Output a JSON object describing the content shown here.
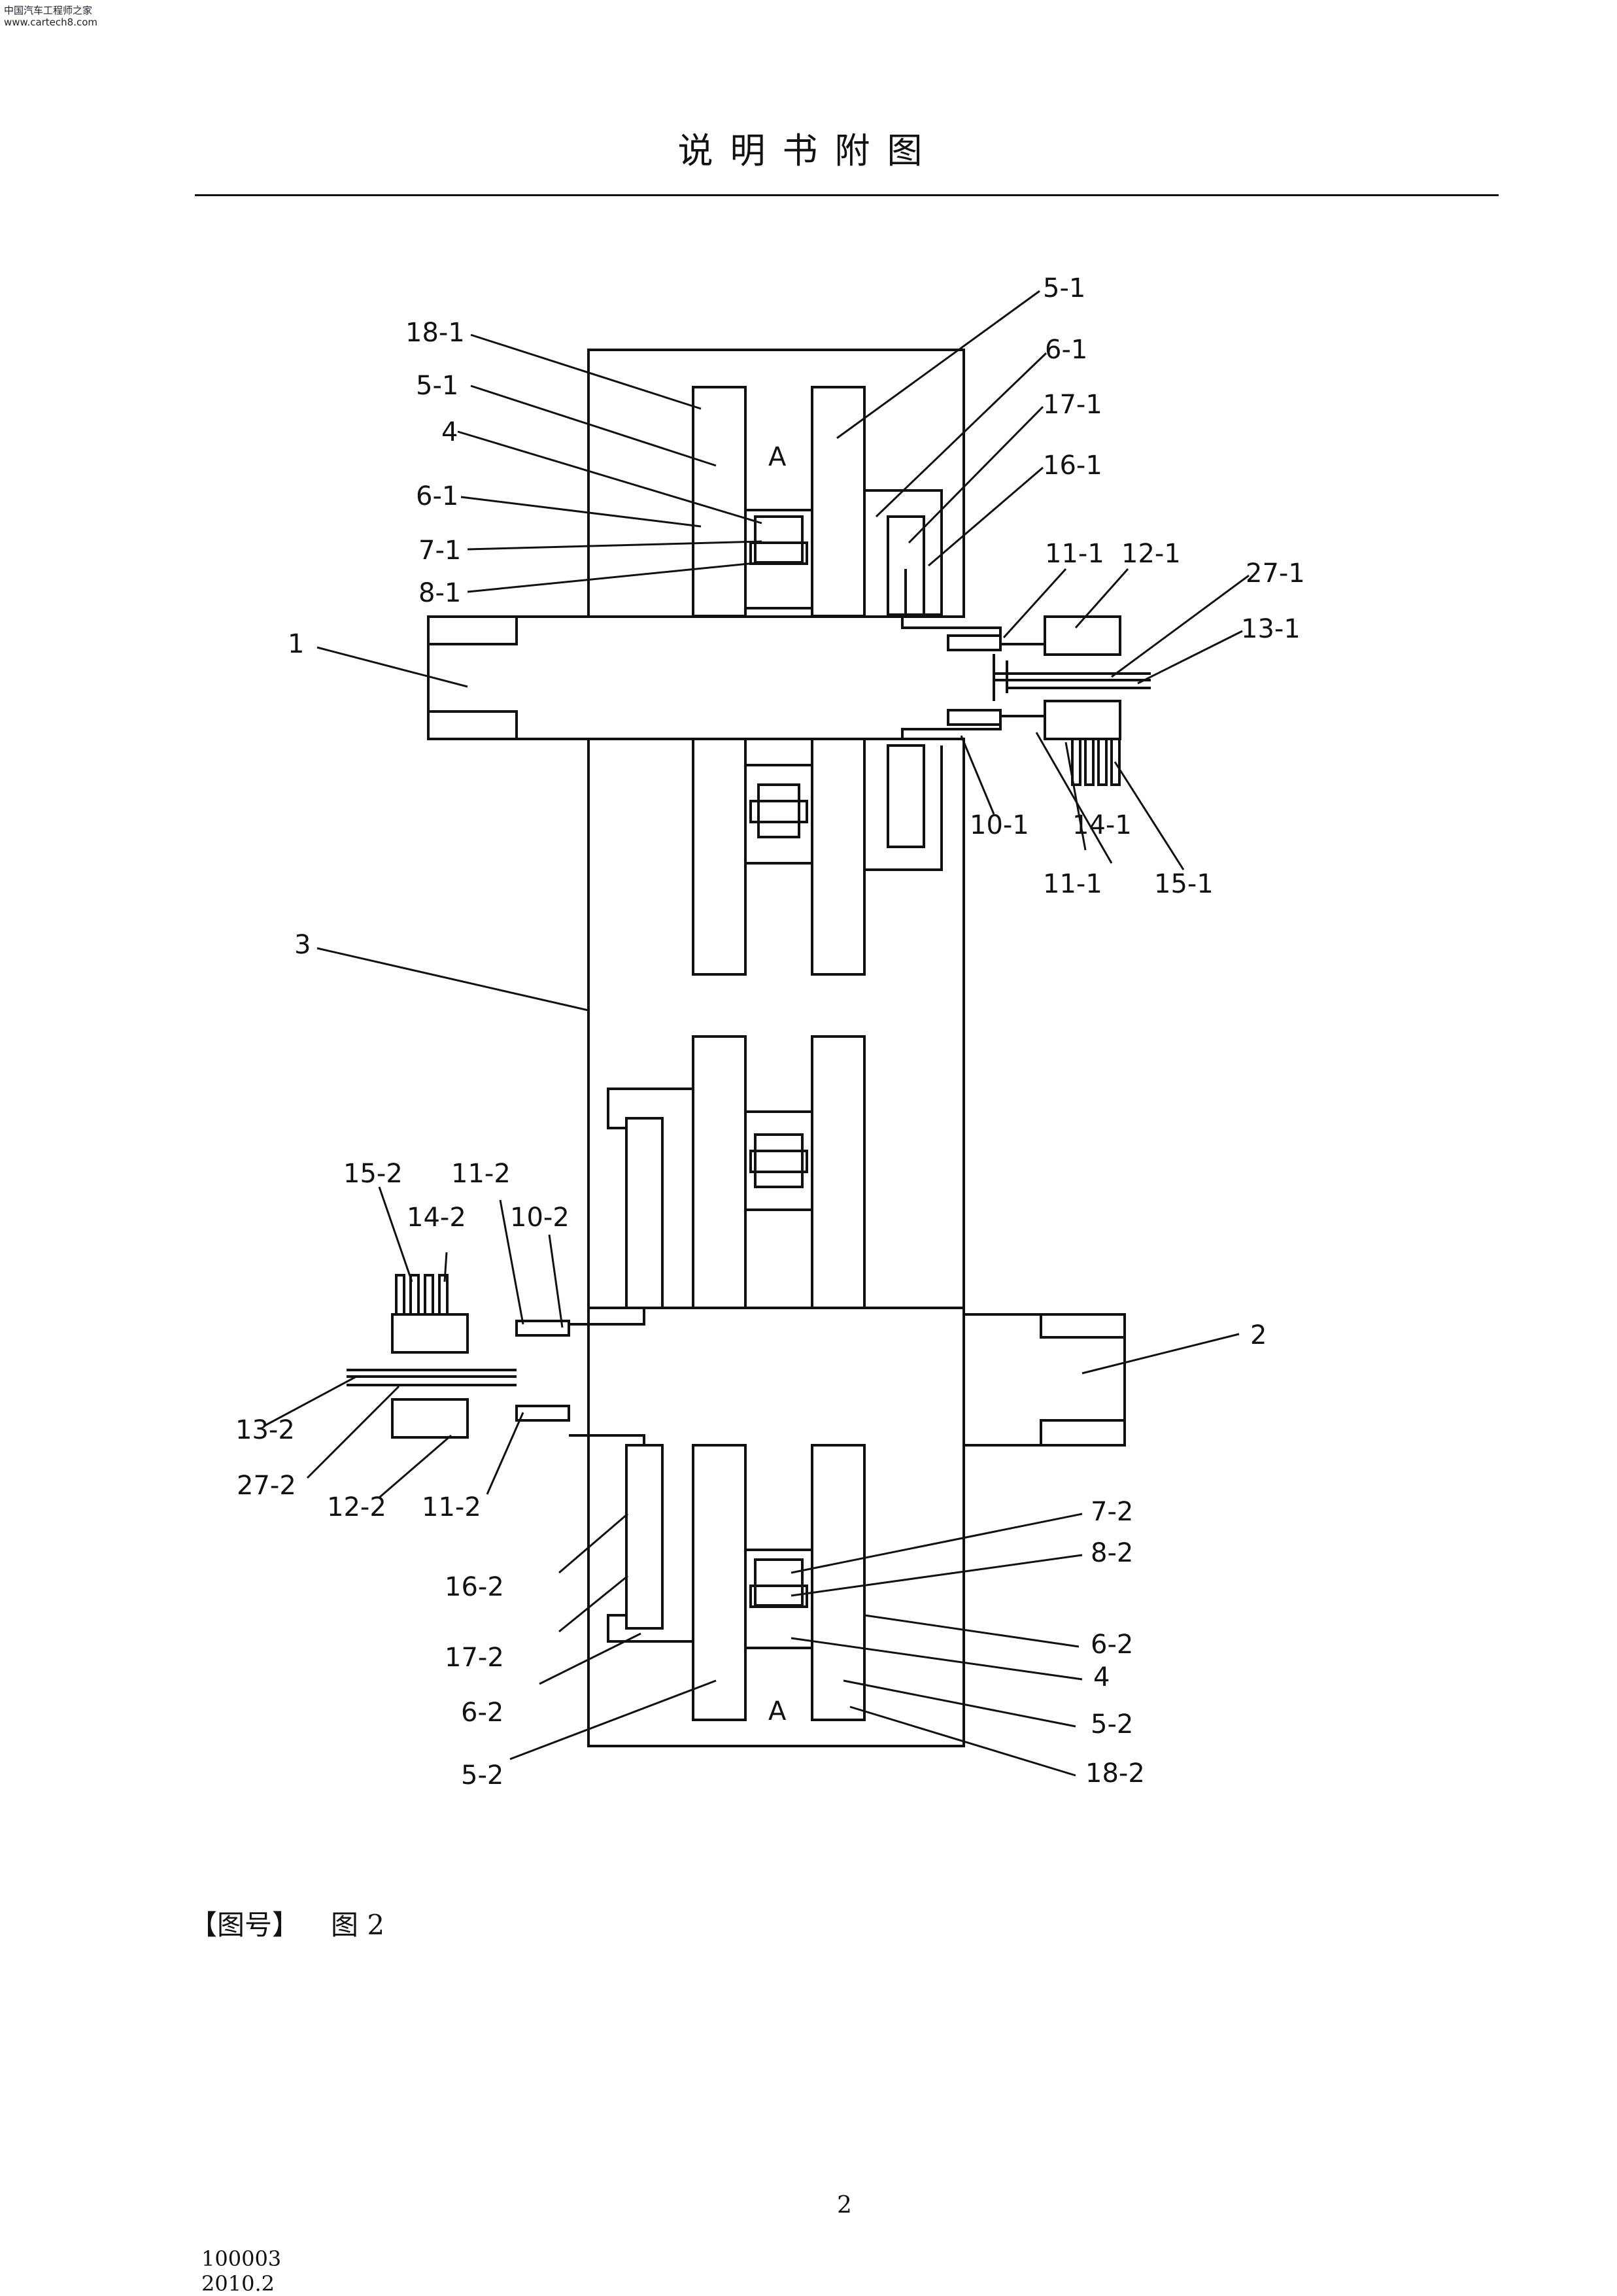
{
  "watermark": {
    "line1": "中国汽车工程师之家",
    "line2": "www.cartech8.com"
  },
  "header": {
    "title": "说明书附图"
  },
  "figure": {
    "bracket_label": "【图号】",
    "caption": "图 2"
  },
  "footer": {
    "page_number": "2",
    "code": "100003",
    "date": "2010.2"
  },
  "labels": {
    "l18_1": "18-1",
    "l5_1a": "5-1",
    "l5_1b": "5-1",
    "l4a": "4",
    "l6_1a": "6-1",
    "l6_1b": "6-1",
    "l7_1": "7-1",
    "l8_1": "8-1",
    "l17_1": "17-1",
    "l16_1": "16-1",
    "l11_1a": "11-1",
    "l12_1": "12-1",
    "l27_1": "27-1",
    "l13_1": "13-1",
    "l10_1": "10-1",
    "l14_1": "14-1",
    "l11_1b": "11-1",
    "l15_1": "15-1",
    "l1": "1",
    "l3": "3",
    "l2": "2",
    "lA1": "A",
    "lA2": "A",
    "l15_2": "15-2",
    "l14_2": "14-2",
    "l11_2a": "11-2",
    "l10_2": "10-2",
    "l13_2": "13-2",
    "l27_2": "27-2",
    "l12_2": "12-2",
    "l11_2b": "11-2",
    "l16_2": "16-2",
    "l17_2": "17-2",
    "l6_2a": "6-2",
    "l5_2a": "5-2",
    "l7_2": "7-2",
    "l8_2": "8-2",
    "l6_2b": "6-2",
    "l4b": "4",
    "l5_2b": "5-2",
    "l18_2": "18-2"
  }
}
